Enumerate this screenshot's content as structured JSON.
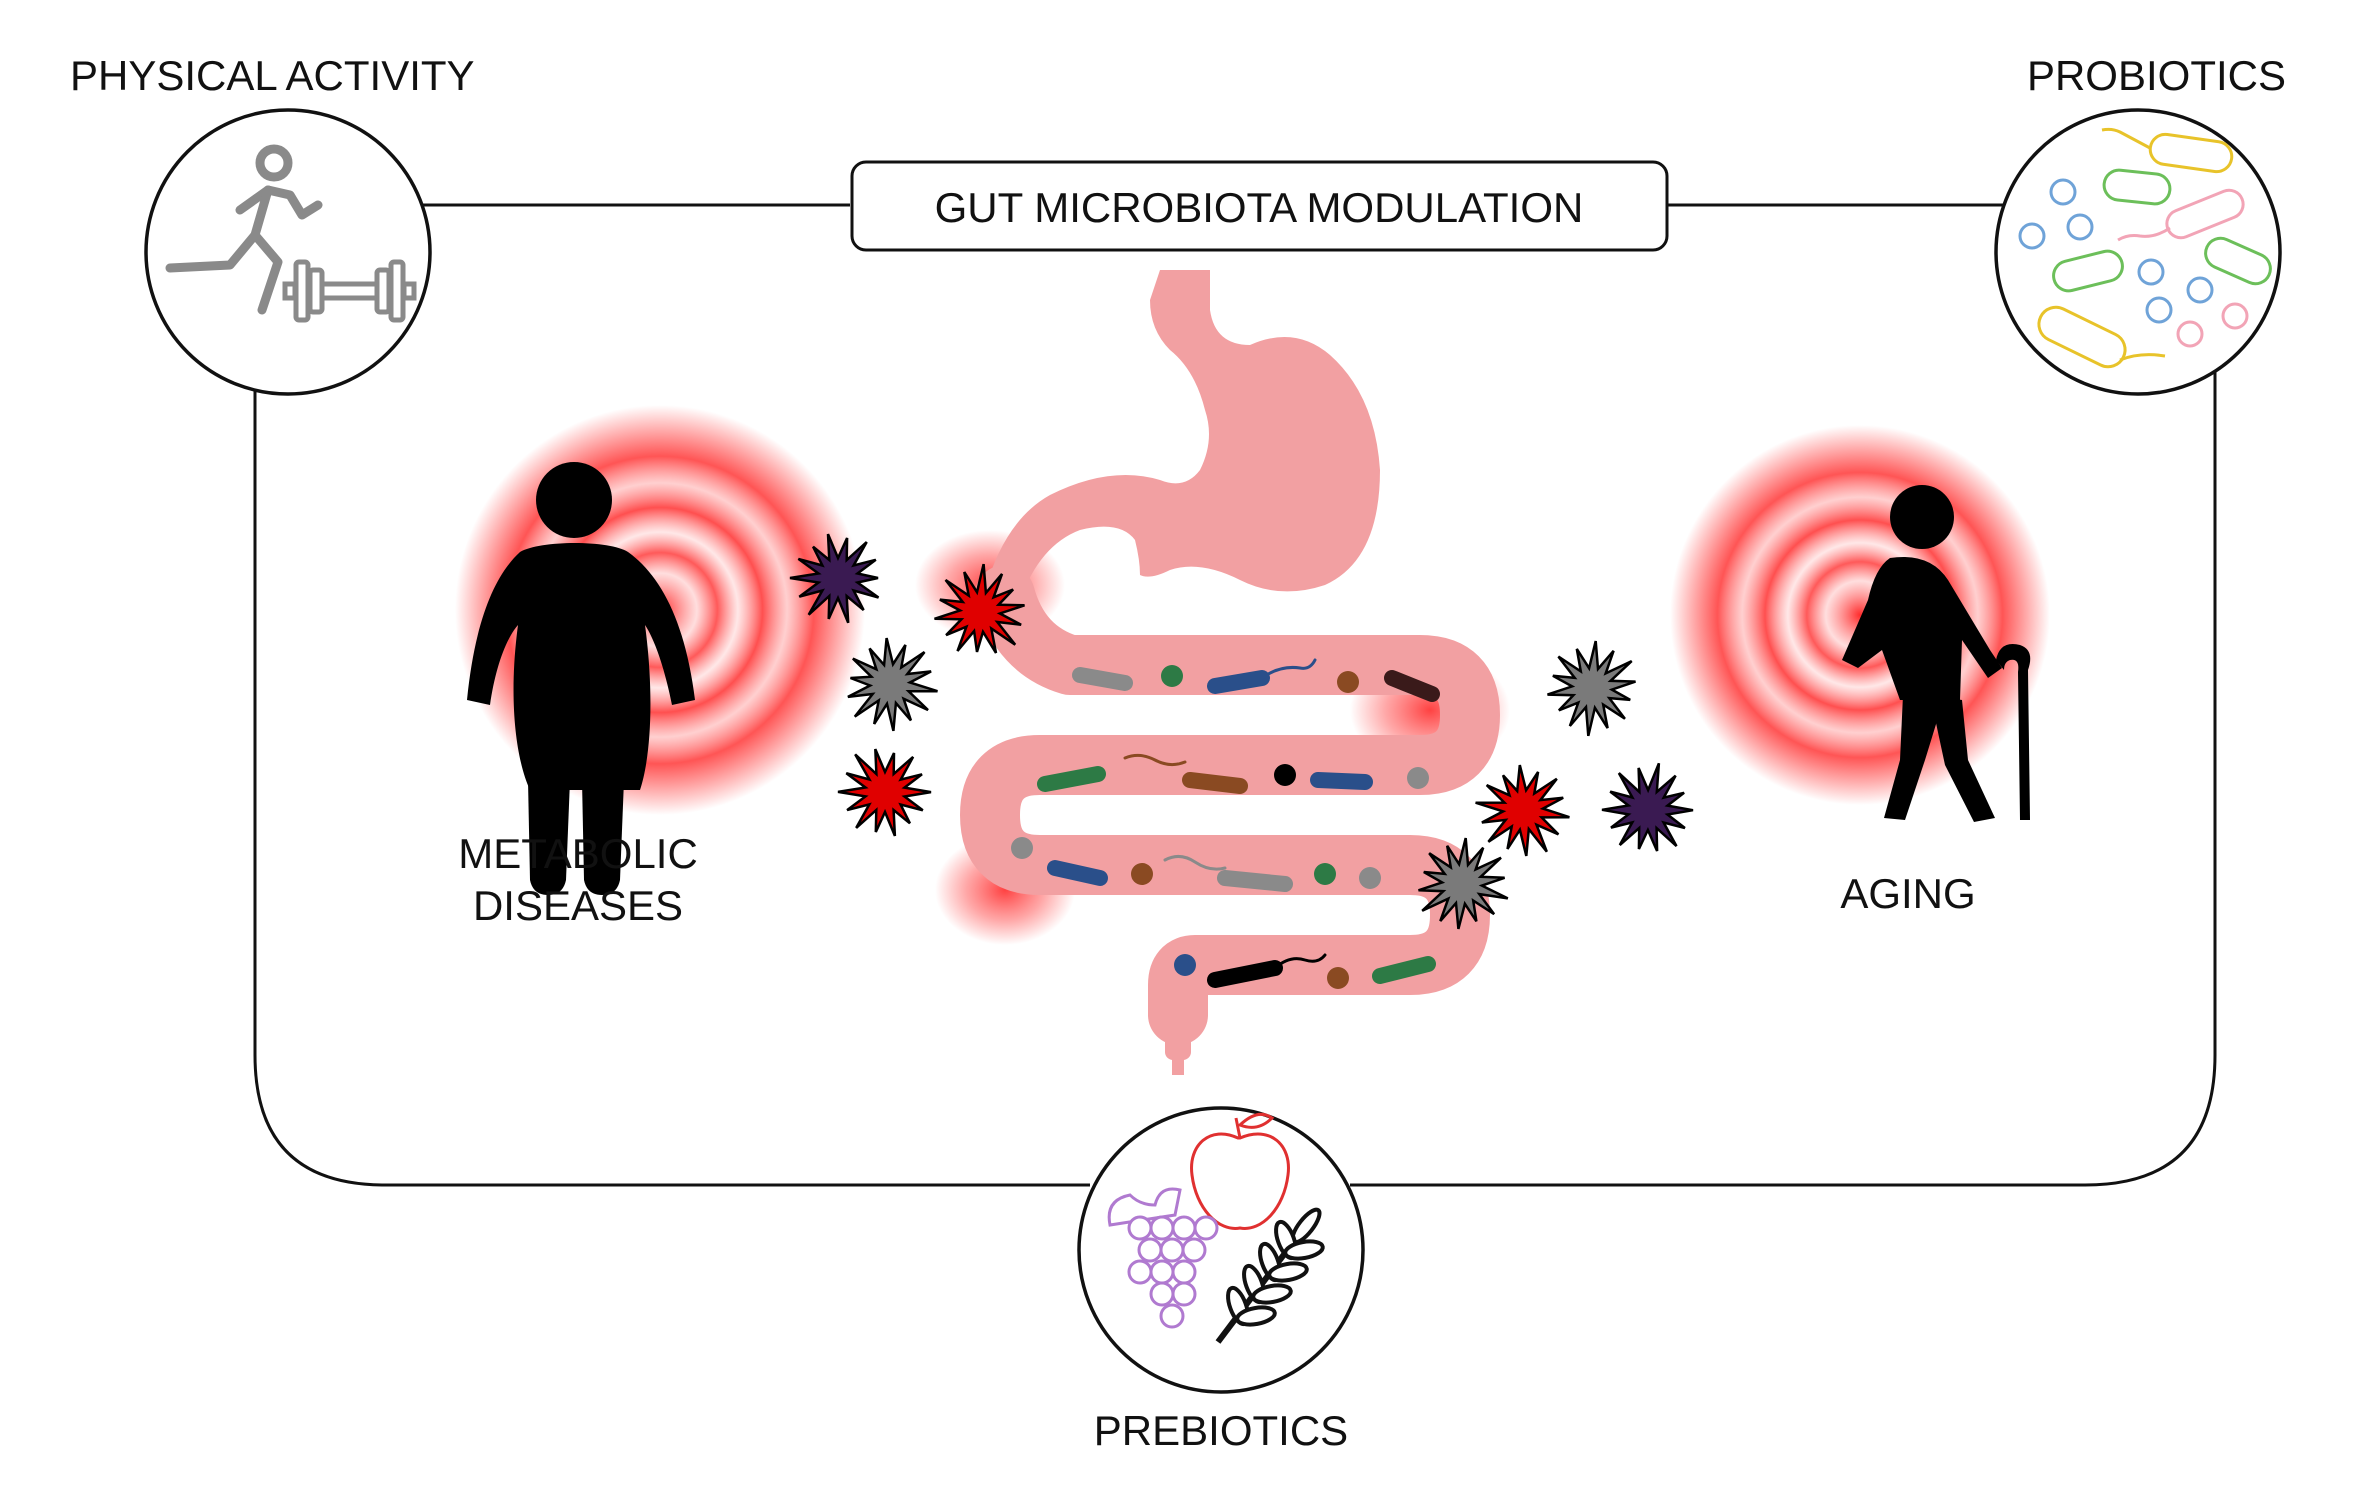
{
  "labels": {
    "physical_activity": "PHYSICAL ACTIVITY",
    "probiotics": "PROBIOTICS",
    "center_title": "GUT MICROBIOTA MODULATION",
    "metabolic_line1": "METABOLIC",
    "metabolic_line2": "DISEASES",
    "aging": "AGING",
    "prebiotics": "PREBIOTICS"
  },
  "icons": {
    "physical_activity": [
      "running-person-icon",
      "dumbbell-icon"
    ],
    "probiotics": [
      "bacteria-icon"
    ],
    "prebiotics": [
      "apple-icon",
      "grapes-icon",
      "wheat-icon"
    ],
    "metabolic_diseases": "obese-person-icon",
    "aging": "elderly-person-with-cane-icon",
    "gut": "stomach-and-intestine-icon",
    "inflammation": "starburst-icon"
  },
  "colors": {
    "gut": "#f2a0a2",
    "inflammation_glow": "#ff2020",
    "starburst_red": "#e00000",
    "starburst_purple": "#3a1a52",
    "starburst_gray": "#7a7a7a",
    "bacteria_green": "#2d7a45",
    "bacteria_blue": "#2a4f8a",
    "bacteria_brown": "#8a4a22",
    "bacteria_gray": "#8a8a8a"
  }
}
